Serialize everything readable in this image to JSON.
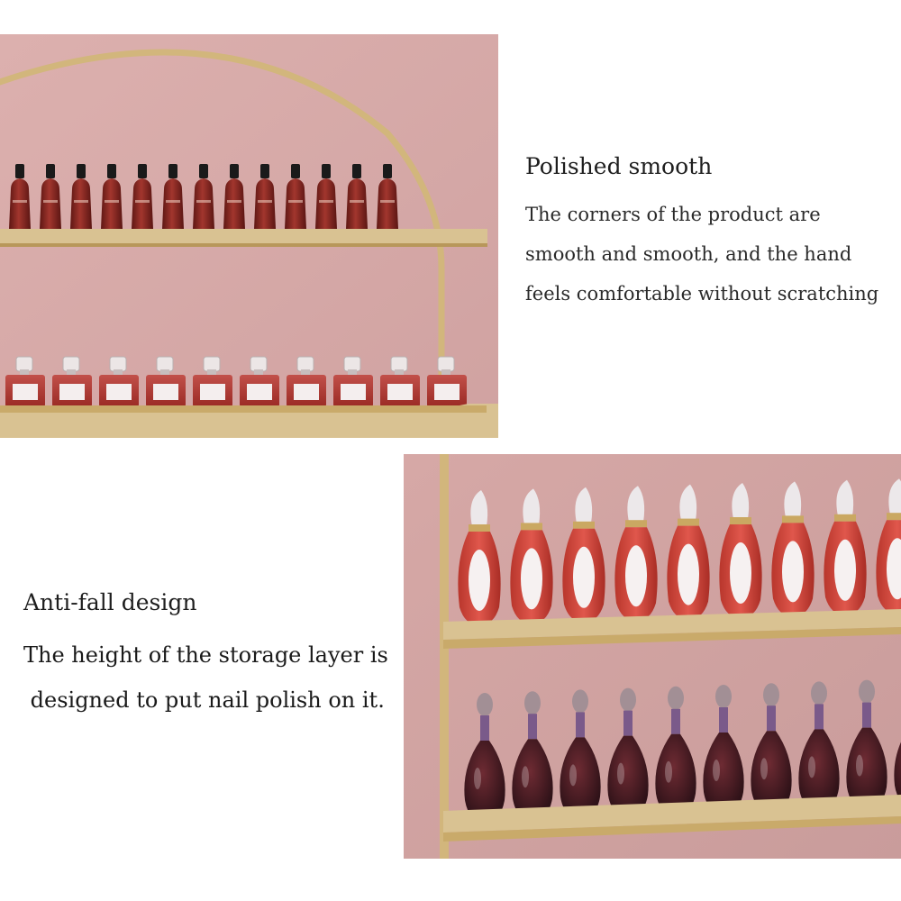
{
  "feature_top": {
    "title": "Polished smooth",
    "lines": [
      "The corners of the product are",
      "smooth and smooth, and the hand",
      "feels comfortable without scratching"
    ]
  },
  "feature_bottom": {
    "title": "Anti-fall design",
    "lines": [
      "The height of the storage layer is",
      " designed to put nail polish on it."
    ]
  },
  "colors": {
    "wall": "#d7aaa8",
    "gold_frame": "#d2b67c",
    "shelf_top": "#d9c292",
    "shelf_front": "#c9aa6a",
    "bottle_red": "#8e2a25",
    "bottle_dark": "#4a1b1d"
  }
}
